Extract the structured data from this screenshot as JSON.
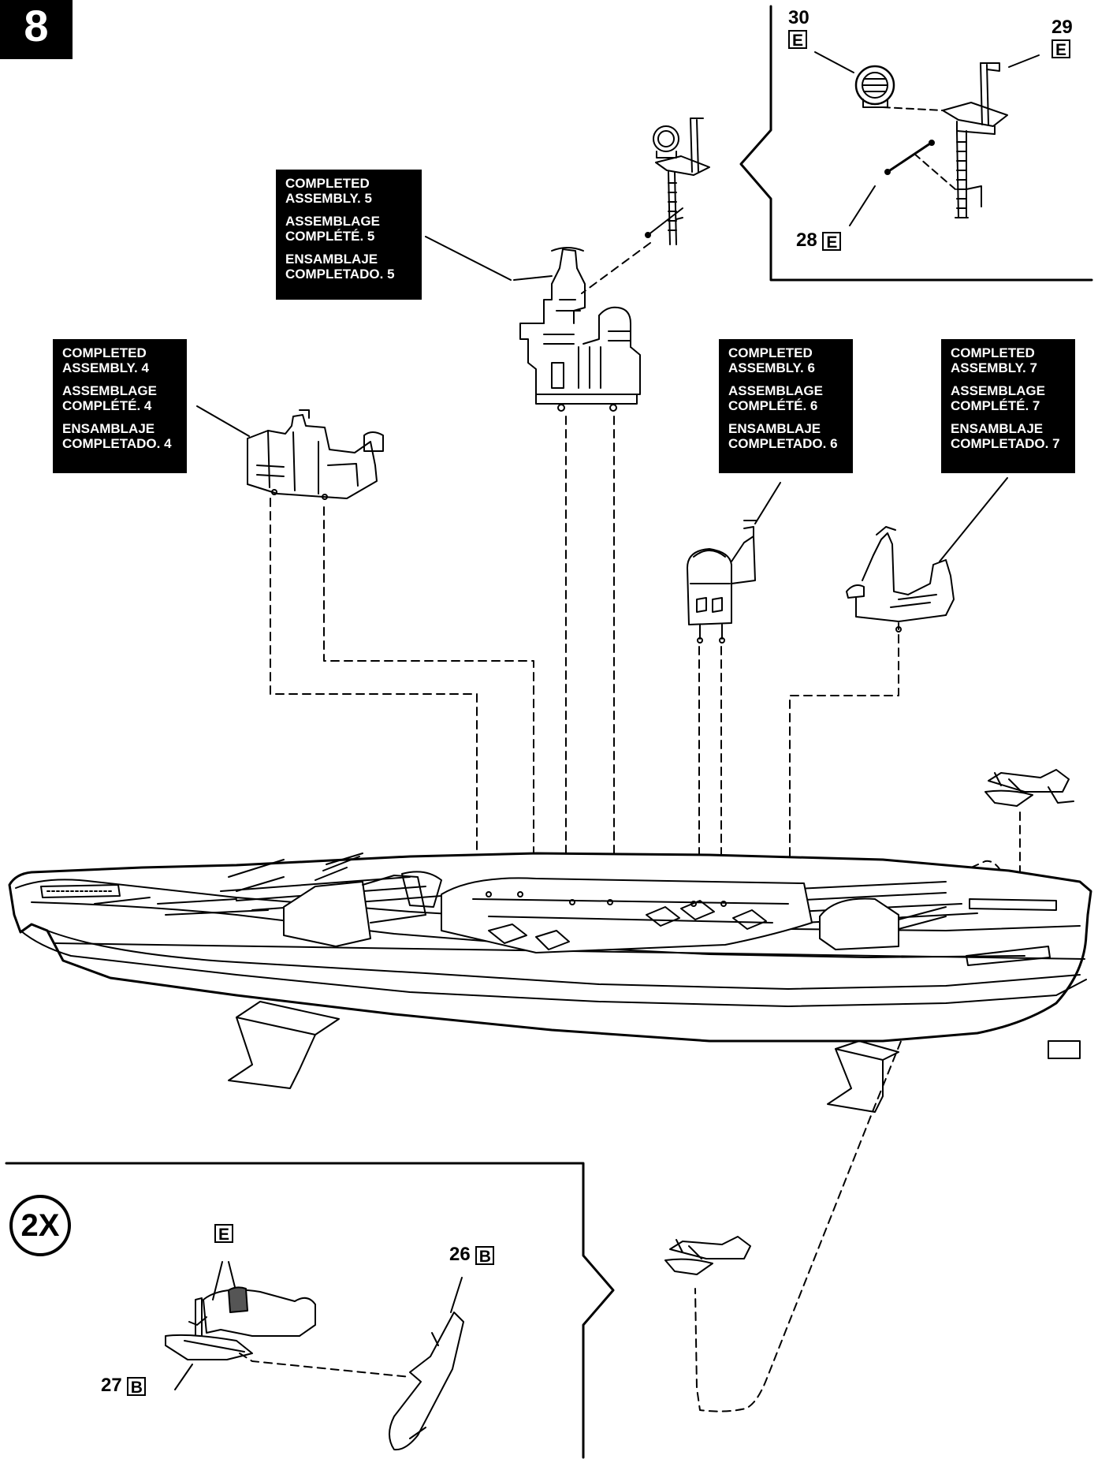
{
  "step": {
    "number": "8"
  },
  "callouts": {
    "assembly4": {
      "line1": "COMPLETED ASSEMBLY. 4",
      "line2": "ASSEMBLAGE COMPLÉTÉ. 4",
      "line3": "ENSAMBLAJE COMPLETADO. 4"
    },
    "assembly5": {
      "line1": "COMPLETED ASSEMBLY. 5",
      "line2": "ASSEMBLAGE COMPLÉTÉ. 5",
      "line3": "ENSAMBLAJE COMPLETADO. 5"
    },
    "assembly6": {
      "line1": "COMPLETED ASSEMBLY. 6",
      "line2": "ASSEMBLAGE COMPLÉTÉ. 6",
      "line3": "ENSAMBLAJE COMPLETADO. 6"
    },
    "assembly7": {
      "line1": "COMPLETED ASSEMBLY. 7",
      "line2": "ASSEMBLAGE COMPLÉTÉ. 7",
      "line3": "ENSAMBLAJE COMPLETADO. 7"
    }
  },
  "parts": {
    "p30": {
      "number": "30",
      "tree": "E"
    },
    "p29": {
      "number": "29",
      "tree": "E"
    },
    "p28": {
      "number": "28",
      "tree": "E"
    },
    "p26": {
      "number": "26",
      "tree": "B"
    },
    "p27": {
      "number": "27",
      "tree": "B"
    },
    "propeller": {
      "tree": "E"
    }
  },
  "inset": {
    "quantity": "2X"
  },
  "style": {
    "ink": "#000000",
    "paper": "#ffffff",
    "callout_bg": "#1a1a1a"
  }
}
